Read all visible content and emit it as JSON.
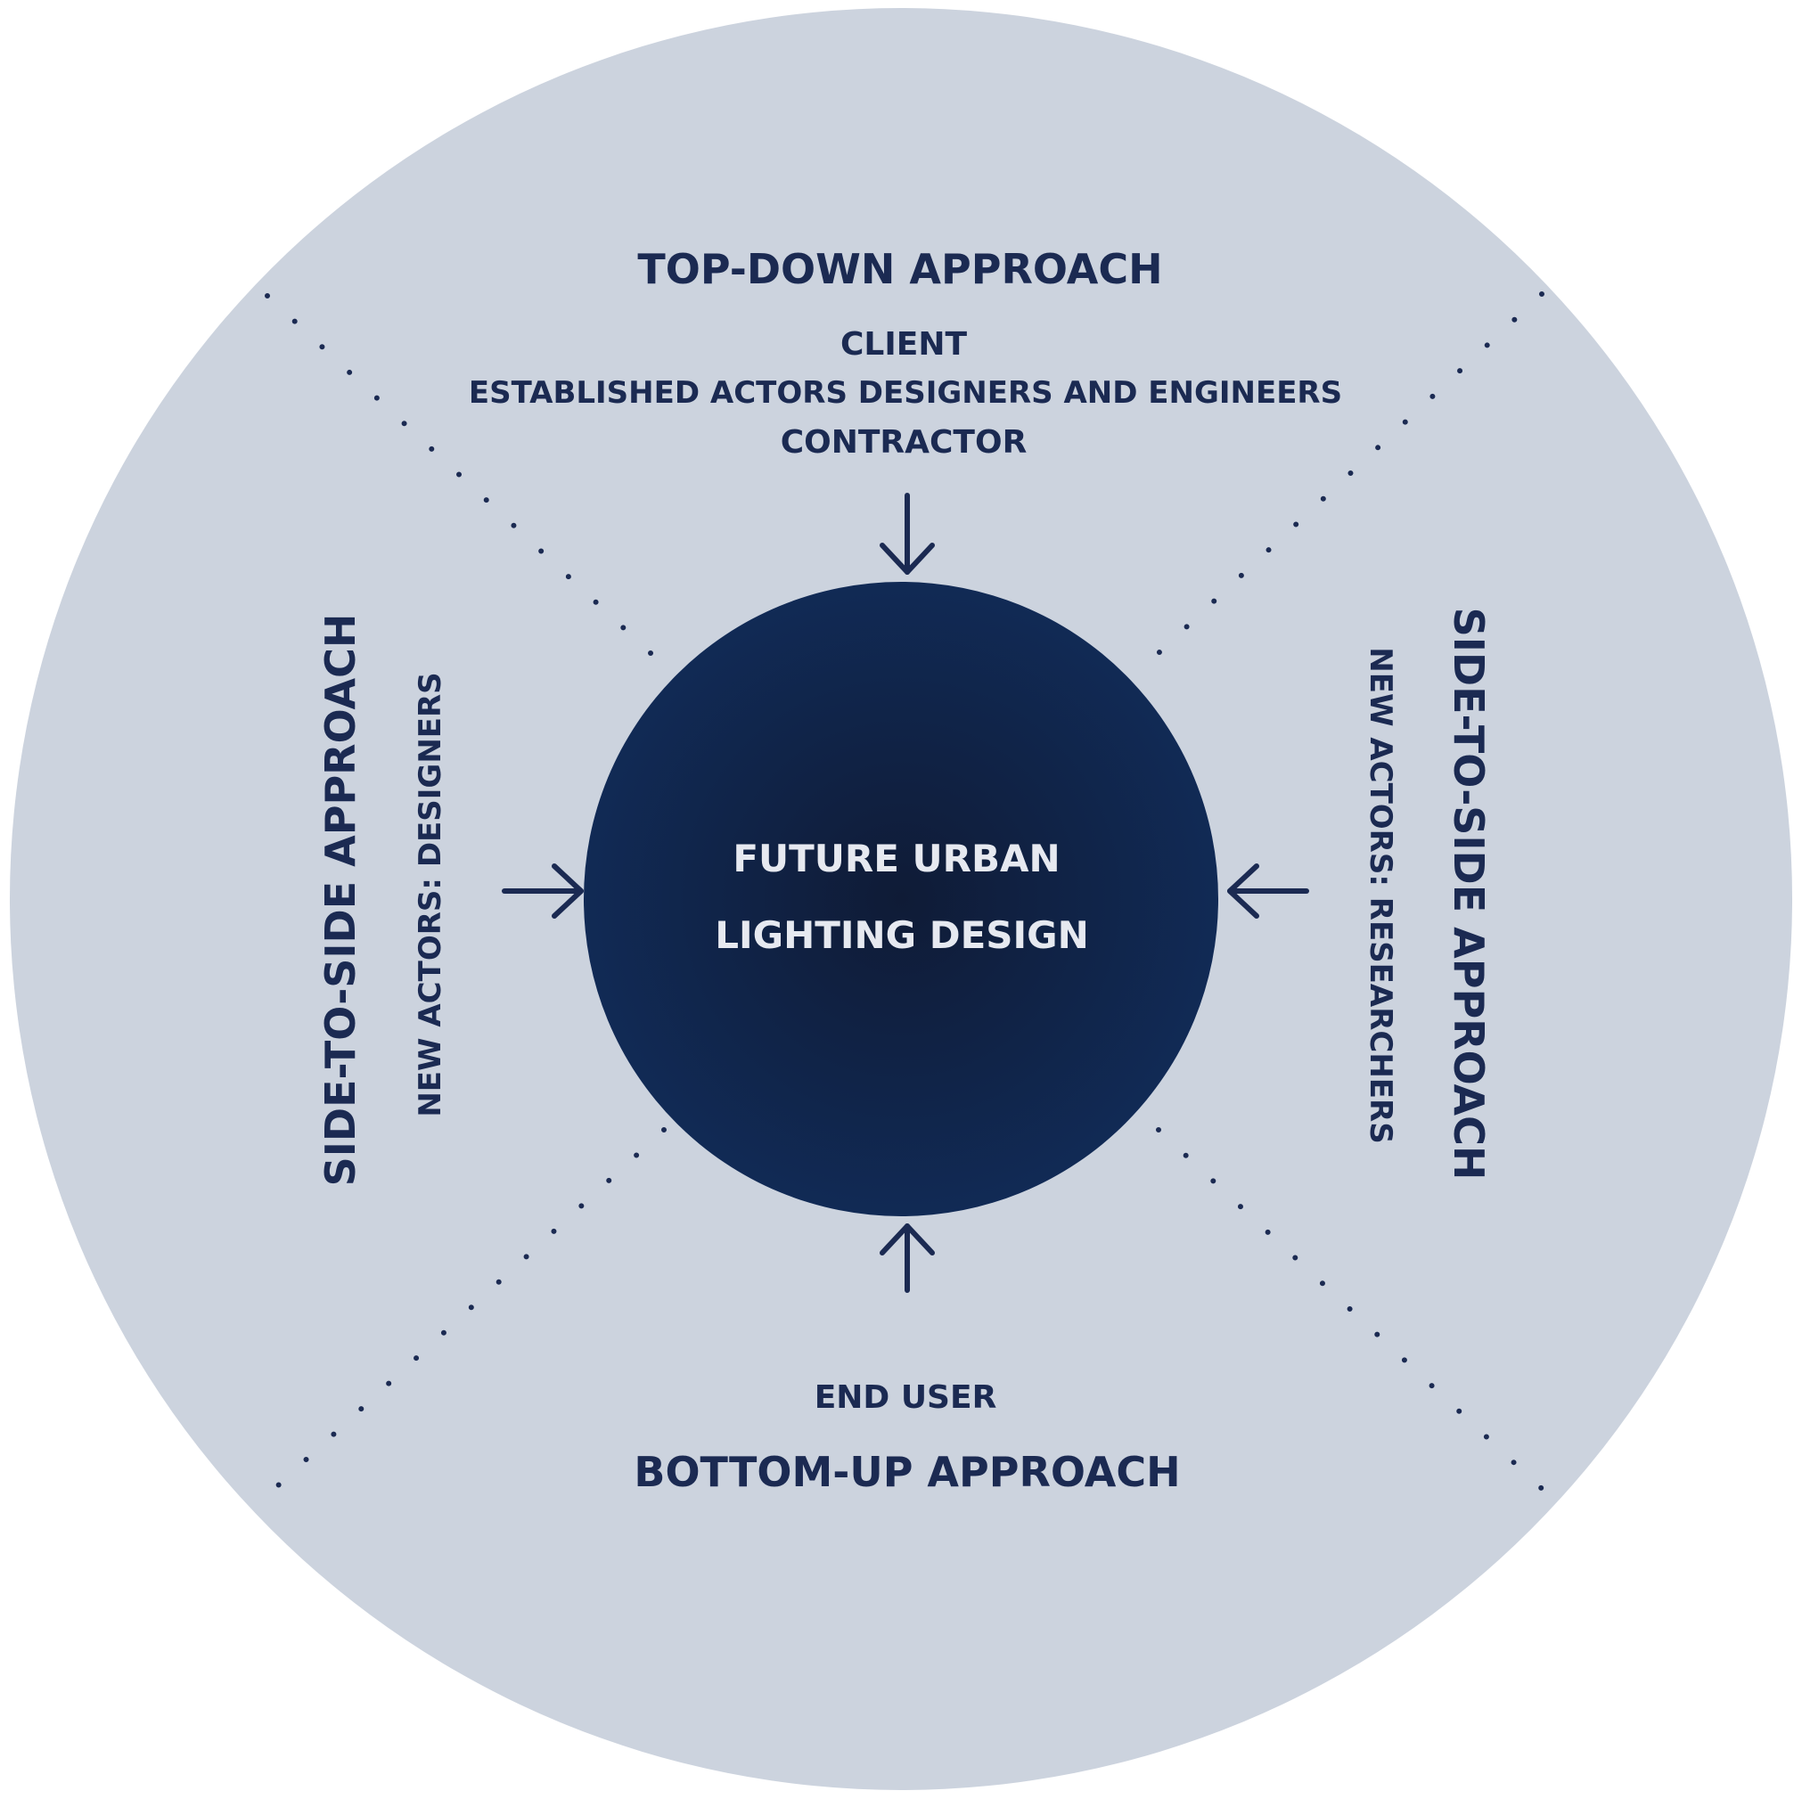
{
  "center": {
    "line1": "FUTURE URBAN",
    "line2": "LIGHTING DESIGN"
  },
  "top": {
    "title": "TOP-DOWN APPROACH",
    "actors": [
      "CLIENT",
      "ESTABLISHED ACTORS DESIGNERS AND ENGINEERS",
      "CONTRACTOR"
    ]
  },
  "bottom": {
    "actor": "END USER",
    "title": "BOTTOM-UP APPROACH"
  },
  "left": {
    "title": "SIDE-TO-SIDE APPROACH",
    "actors": "NEW ACTORS: DESIGNERS"
  },
  "right": {
    "title": "SIDE-TO-SIDE APPROACH",
    "actors": "NEW ACTORS: RESEARCHERS"
  },
  "colors": {
    "outer_circle": "#ccd3de",
    "inner_circle": "#112a55",
    "inner_circle_core": "#0f1b36",
    "text_dark": "#1b2a52",
    "text_light": "#e6e9f0"
  }
}
